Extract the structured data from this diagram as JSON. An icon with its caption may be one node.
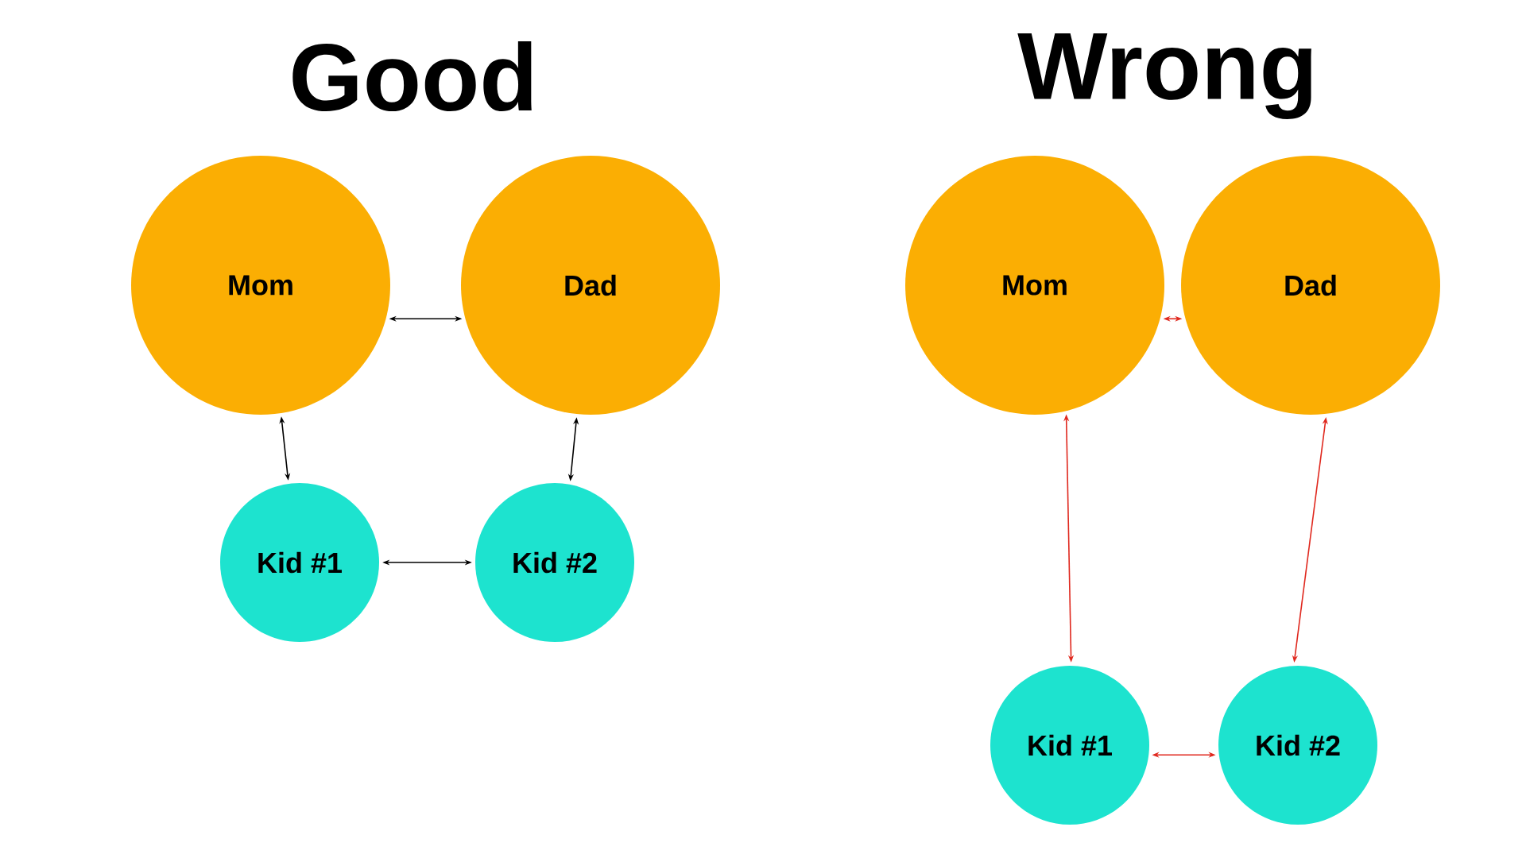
{
  "diagram": {
    "nodes": [
      {
        "text": [
          "Mom"
        ]
      },
      {
        "text": [
          "Dad"
        ]
      },
      {
        "text": [
          "Kid #1"
        ]
      },
      {
        "text": [
          "Kid #2"
        ]
      },
      {
        "text": [
          "Mom"
        ]
      },
      {
        "text": [
          "Dad"
        ]
      },
      {
        "text": [
          "Kid #1"
        ]
      },
      {
        "text": [
          "Kid #2"
        ]
      }
    ],
    "edges": [
      {
        "from": 0,
        "to": 1,
        "arrow": "both"
      },
      {
        "from": 0,
        "to": 2,
        "arrow": "both"
      },
      {
        "from": 1,
        "to": 3,
        "arrow": "both"
      },
      {
        "from": 2,
        "to": 3,
        "arrow": "both"
      },
      {
        "from": 4,
        "to": 5,
        "arrow": "both",
        "color": "#e0281e"
      },
      {
        "from": 4,
        "to": 6,
        "arrow": "both",
        "color": "#e0281e"
      },
      {
        "from": 5,
        "to": 7,
        "arrow": "both",
        "color": "#e0281e"
      },
      {
        "from": 6,
        "to": 7,
        "arrow": "both",
        "color": "#e0281e"
      }
    ],
    "labels": [
      "Good",
      "Wrong"
    ]
  }
}
